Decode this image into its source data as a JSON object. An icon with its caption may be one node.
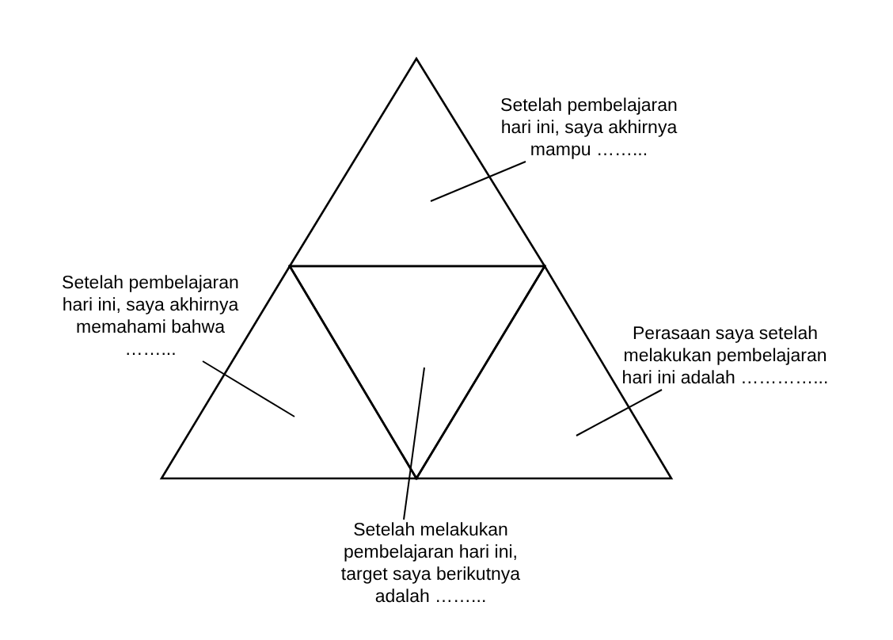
{
  "diagram": {
    "nodes": [
      {
        "text": [],
        "shape": "triangle"
      },
      {
        "text": [],
        "shape": "triangle"
      },
      {
        "text": [],
        "shape": "triangle"
      },
      {
        "text": [],
        "shape": "triangle"
      },
      {
        "text": [
          "Setelah pembelajaran hari ini, saya akhirnya mampu ……..."
        ]
      },
      {
        "text": [
          "Setelah pembelajaran hari ini, saya akhirnya memahami bahwa ……..."
        ]
      },
      {
        "text": [
          "Perasaan saya setelah melakukan pembelajaran hari ini adalah …………..."
        ]
      },
      {
        "text": [
          "Setelah melakukan pembelajaran hari ini, target saya berikutnya adalah ……..."
        ]
      }
    ],
    "edges": [
      {
        "from": 4,
        "to": 0,
        "arrow": "none"
      },
      {
        "from": 5,
        "to": 1,
        "arrow": "none"
      },
      {
        "from": 6,
        "to": 3,
        "arrow": "none"
      },
      {
        "from": 7,
        "to": 2,
        "arrow": "none"
      }
    ]
  }
}
